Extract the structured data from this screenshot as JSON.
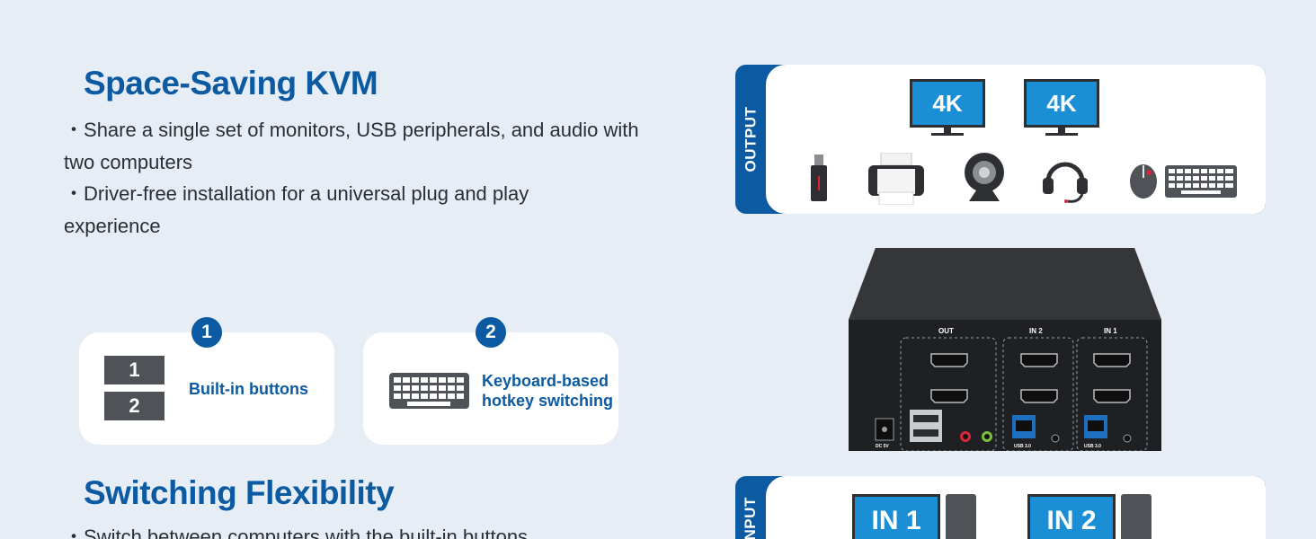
{
  "section1": {
    "title": "Space-Saving KVM",
    "bullets": [
      "Share a single set of monitors, USB peripherals, and audio with two computers",
      "Driver-free installation for a universal plug and play experience"
    ]
  },
  "features": [
    {
      "number": "1",
      "label": "Built-in buttons",
      "buttons": [
        "1",
        "2"
      ]
    },
    {
      "number": "2",
      "label_line1": "Keyboard-based",
      "label_line2": "hotkey switching"
    }
  ],
  "section2": {
    "title": "Switching Flexibility",
    "bullets": [
      "Switch between computers with the built-in buttons"
    ]
  },
  "output_panel": {
    "tag": "OUTPUT",
    "monitors": [
      "4K",
      "4K"
    ],
    "devices": [
      "usb-drive-icon",
      "printer-icon",
      "webcam-icon",
      "headset-icon",
      "mouse-icon",
      "keyboard-icon"
    ]
  },
  "kvm_device": {
    "port_groups": [
      "OUT",
      "IN 2",
      "IN 1"
    ],
    "labels": [
      "DC 5V",
      "USB 3.0",
      "USB 3.0"
    ]
  },
  "input_panel": {
    "tag": "INPUT",
    "computers": [
      "IN 1",
      "IN 2"
    ]
  },
  "colors": {
    "accent": "#0b5aa2",
    "background": "#e6edf5",
    "screen": "#1b8fd6"
  }
}
